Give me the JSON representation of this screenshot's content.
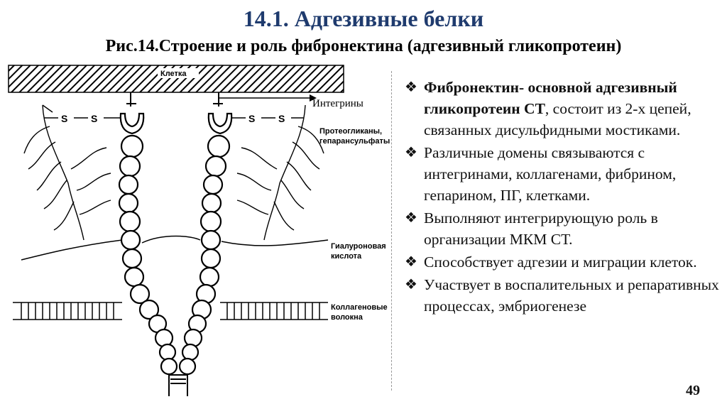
{
  "header": {
    "title": "14.1. Адгезивные  белки",
    "subtitle": "Рис.14.Строение и роль фибронектина (адгезивный гликопротеин)"
  },
  "diagram": {
    "cell_label": "Клетка",
    "integrins_label": "Интегрины",
    "ss_label": "S",
    "proteoglycans_line1": "Протеогликаны,",
    "proteoglycans_line2": "гепарансульфаты",
    "hyaluronic_line1": "Гиалуроновая",
    "hyaluronic_line2": "кислота",
    "collagen_line1": "Коллагеновые",
    "collagen_line2": "волокна"
  },
  "bullets": [
    {
      "bold": "Фибронектин- основной адгезивный гликопротеин СТ",
      "text": ", состоит из 2-х цепей, связанных дисульфидными мостиками."
    },
    {
      "bold": "",
      "text": "Различные домены связываются с интегринами, коллагенами, фибрином, гепарином, ПГ, клетками."
    },
    {
      "bold": "",
      "text": "Выполняют интегрирующую роль в организации МКМ СТ."
    },
    {
      "bold": "",
      "text": "Способствует адгезии и миграции клеток."
    },
    {
      "bold": "",
      "text": "Участвует в воспалительных и репаративных процессах, эмбриогенезе"
    }
  ],
  "bullet_icon": "diamond-bullet-icon",
  "page_number": "49"
}
